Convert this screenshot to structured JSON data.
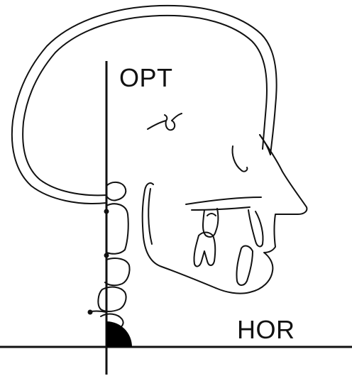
{
  "labels": {
    "opt": "OPT",
    "hor": "HOR"
  },
  "colors": {
    "line": "#111111",
    "background": "#ffffff",
    "angle_fill": "#000000"
  },
  "icons": [
    "cephalometric-head-outline",
    "cervical-vertebrae",
    "teeth"
  ]
}
